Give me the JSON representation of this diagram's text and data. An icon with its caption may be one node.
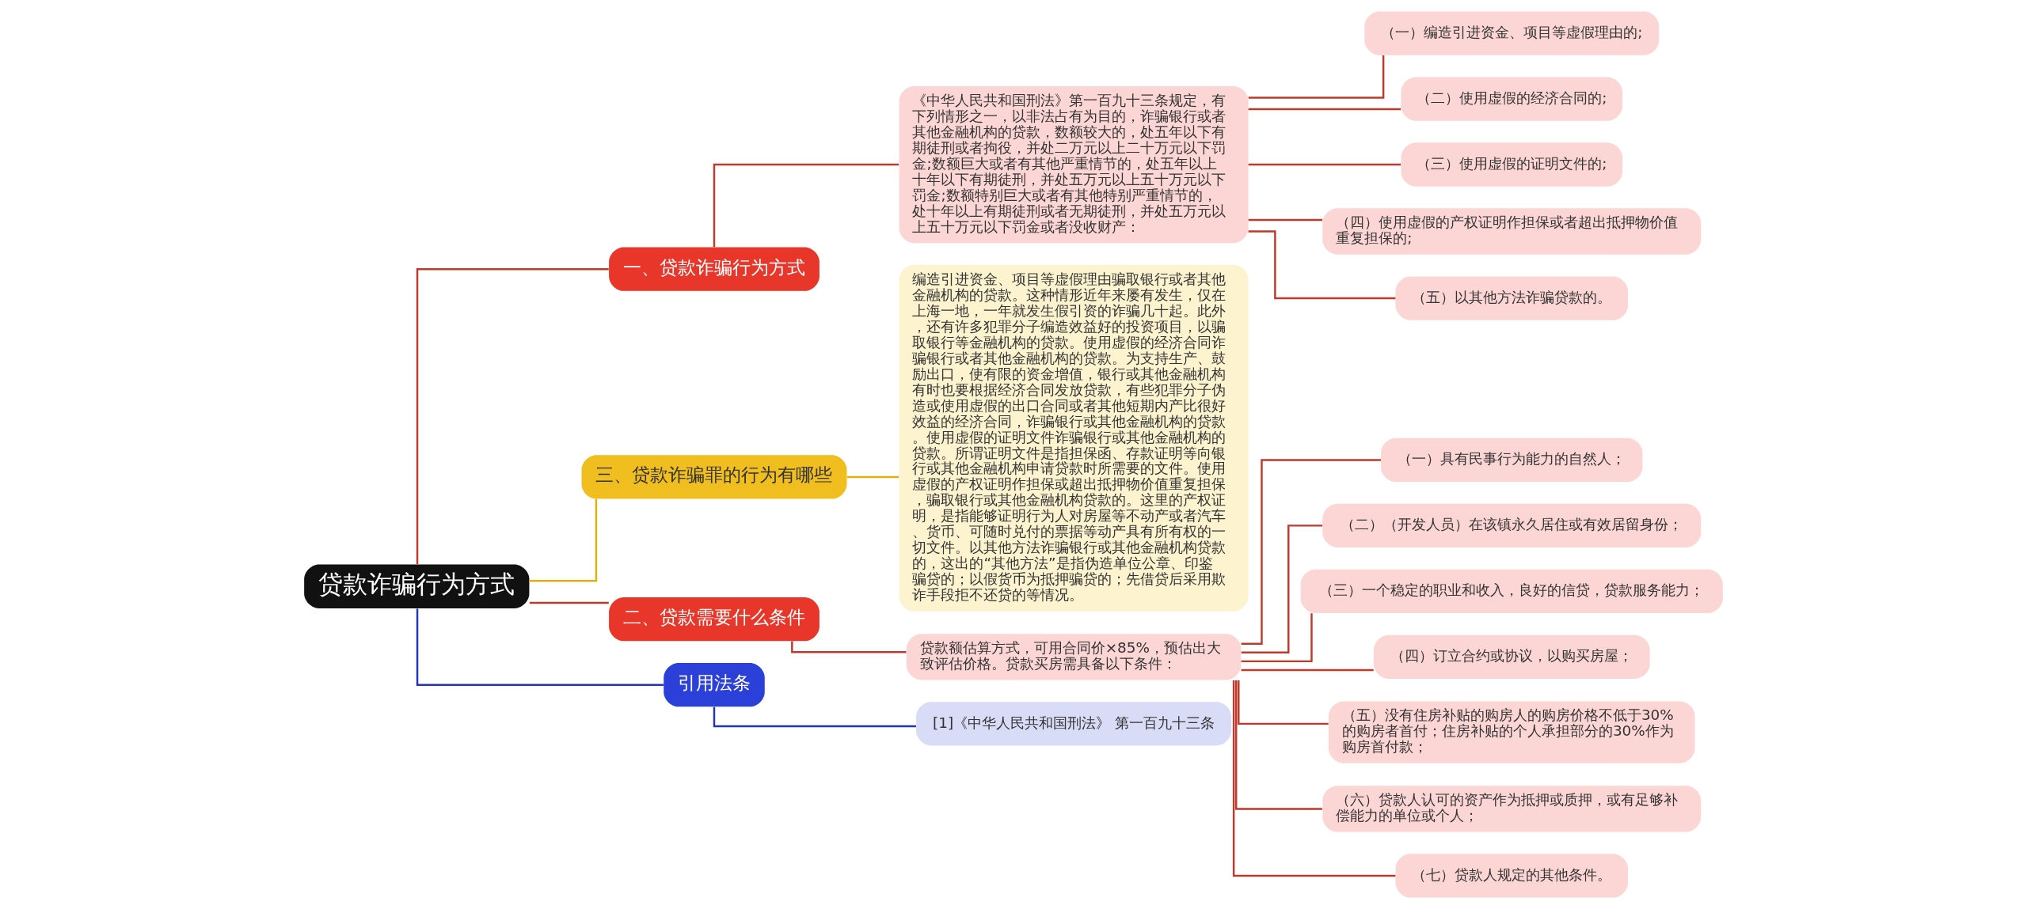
{
  "diagram": {
    "nodes": [
      {
        "text": [
          "贷款诈骗行为方式"
        ]
      },
      {
        "text": [
          "一、贷款诈骗行为方式"
        ]
      },
      {
        "text": [
          "《中华人民共和国刑法》第一百九十三条规定，有下列情形之一，以非法占有为目的，诈骗银行或者其他金融机构的贷款，数额较大的，处五年以下有期徒刑或者拘役，并处二万元以上二十万元以下罚金;数额巨大或者有其他严重情节的，处五年以上十年以下有期徒刑，并处五万元以上五十万元以下罚金;数额特别巨大或者有其他特别严重情节的，处十年以上有期徒刑或者无期徒刑，并处五万元以上五十万元以下罚金或者没收财产："
        ]
      },
      {
        "text": [
          "（一）编造引进资金、项目等虚假理由的;"
        ]
      },
      {
        "text": [
          "（二）使用虚假的经济合同的;"
        ]
      },
      {
        "text": [
          "（三）使用虚假的证明文件的;"
        ]
      },
      {
        "text": [
          "（四）使用虚假的产权证明作担保或者超出抵押物价值重复担保的;"
        ]
      },
      {
        "text": [
          "（五）以其他方法诈骗贷款的。"
        ]
      },
      {
        "text": [
          "三、贷款诈骗罪的行为有哪些"
        ]
      },
      {
        "text": [
          "编造引进资金、项目等虚假理由骗取银行或者其他金融机构的贷款。这种情形近年来屡有发生，仅在上海一地，一年就发生假引资的诈骗几十起。此外，还有许多犯罪分子编造效益好的投资项目，以骗取银行等金融机构的贷款。使用虚假的经济合同诈骗银行或者其他金融机构的贷款。为支持生产、鼓励出口，使有限的资金增值，银行或其他金融机构有时也要根据经济合同发放贷款，有些犯罪分子伪造或使用虚假的出口合同或者其他短期内产比很好效益的经济合同，诈骗银行或其他金融机构的贷款。使用虚假的证明文件诈骗银行或其他金融机构的贷款。所谓证明文件是指担保函、存款证明等向银行或其他金融机构申请贷款时所需要的文件。使用虚假的产权证明作担保或超出抵押物价值重复担保，骗取银行或其他金融机构贷款的。这里的产权证明，是指能够证明行为人对房屋等不动产或者汽车、货币、可随时兑付的票据等动产具有所有权的一切文件。以其他方法诈骗银行或其他金融机构贷款的，这出的“其他方法”是指伪造单位公章、印鉴骗贷的；以假货币为抵押骗贷的；先借贷后采用欺诈手段拒不还贷的等情况。"
        ]
      },
      {
        "text": [
          "二、贷款需要什么条件"
        ]
      },
      {
        "text": [
          "贷款额估算方式，可用合同价×85%，预估出大致评估价格。贷款买房需具备以下条件："
        ]
      },
      {
        "text": [
          "（一）具有民事行为能力的自然人；"
        ]
      },
      {
        "text": [
          "（二）（开发人员）在该镇永久居住或有效居留身份；"
        ]
      },
      {
        "text": [
          "（三）一个稳定的职业和收入，良好的信贷，贷款服务能力；"
        ]
      },
      {
        "text": [
          "（四）订立合约或协议，以购买房屋；"
        ]
      },
      {
        "text": [
          "（五）没有住房补贴的购房人的购房价格不低于30%的购房者首付；住房补贴的个人承担部分的30%作为购房首付款；"
        ]
      },
      {
        "text": [
          "（六）贷款人认可的资产作为抵押或质押，或有足够补偿能力的单位或个人；"
        ]
      },
      {
        "text": [
          "（七）贷款人规定的其他条件。"
        ]
      },
      {
        "text": [
          "引用法条"
        ]
      },
      {
        "text": [
          "[1]《中华人民共和国刑法》 第一百九十三条"
        ]
      }
    ],
    "edges": [
      {
        "from": 0,
        "to": 1,
        "arrow": "none"
      },
      {
        "from": 1,
        "to": 2,
        "arrow": "none"
      },
      {
        "from": 2,
        "to": 3,
        "arrow": "none"
      },
      {
        "from": 2,
        "to": 4,
        "arrow": "none"
      },
      {
        "from": 2,
        "to": 5,
        "arrow": "none"
      },
      {
        "from": 2,
        "to": 6,
        "arrow": "none"
      },
      {
        "from": 2,
        "to": 7,
        "arrow": "none"
      },
      {
        "from": 0,
        "to": 8,
        "arrow": "none",
        "color": "#e0b010"
      },
      {
        "from": 8,
        "to": 9,
        "arrow": "none",
        "color": "#e0b010"
      },
      {
        "from": 0,
        "to": 10,
        "arrow": "none"
      },
      {
        "from": 10,
        "to": 11,
        "arrow": "none"
      },
      {
        "from": 11,
        "to": 12,
        "arrow": "none"
      },
      {
        "from": 11,
        "to": 13,
        "arrow": "none"
      },
      {
        "from": 11,
        "to": 14,
        "arrow": "none"
      },
      {
        "from": 11,
        "to": 15,
        "arrow": "none"
      },
      {
        "from": 11,
        "to": 16,
        "arrow": "none"
      },
      {
        "from": 11,
        "to": 17,
        "arrow": "none"
      },
      {
        "from": 11,
        "to": 18,
        "arrow": "none"
      },
      {
        "from": 0,
        "to": 19,
        "arrow": "none",
        "color": "#2035b8"
      },
      {
        "from": 19,
        "to": 20,
        "arrow": "none",
        "color": "#2035b8"
      }
    ]
  }
}
